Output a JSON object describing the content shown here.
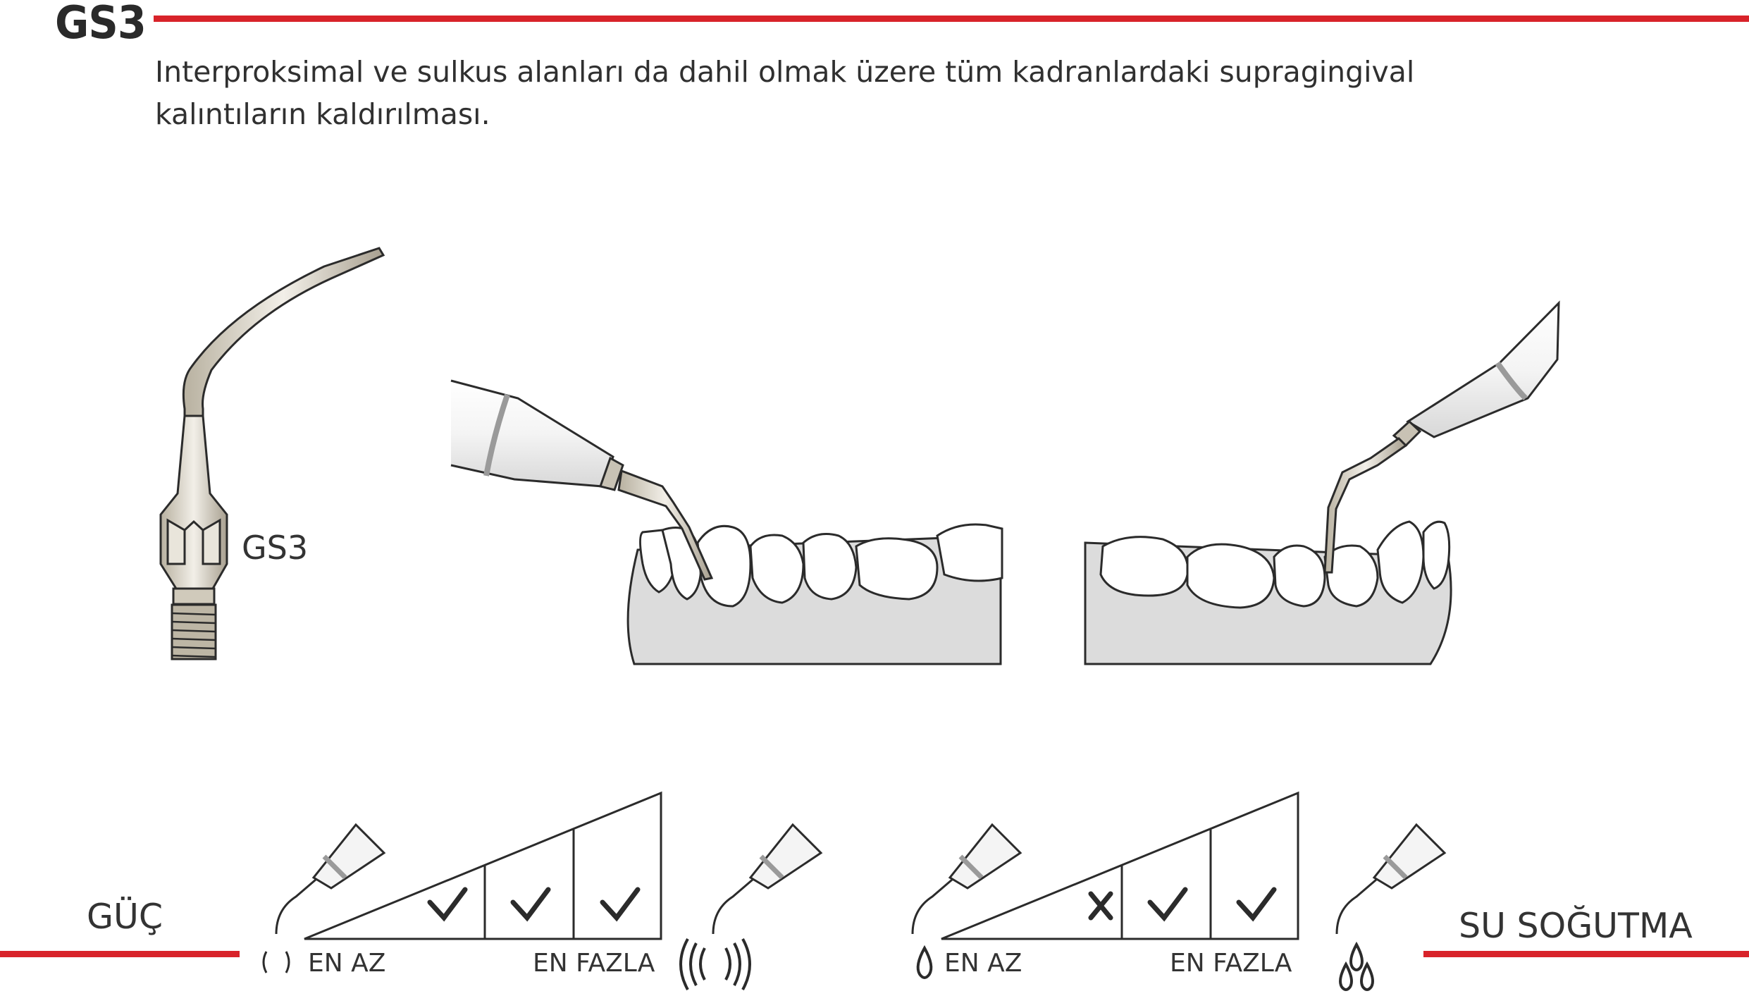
{
  "header": {
    "model": "GS3",
    "description_line1": "Interproksimal ve sulkus alanları da dahil olmak üzere tüm kadranlardaki supragingival",
    "description_line2": "kalıntıların kaldırılması."
  },
  "tip": {
    "label": "GS3"
  },
  "power": {
    "label": "GÜÇ",
    "min_label": "EN AZ",
    "max_label": "EN FAZLA",
    "levels": [
      "check",
      "check",
      "check"
    ]
  },
  "water_cooling": {
    "label": "SU SOĞUTMA",
    "min_label": "EN AZ",
    "max_label": "EN FAZLA",
    "levels": [
      "cross",
      "check",
      "check"
    ]
  },
  "colors": {
    "accent": "#d8232a",
    "gum": "#dcdcdc",
    "line": "#2b2b2b"
  }
}
